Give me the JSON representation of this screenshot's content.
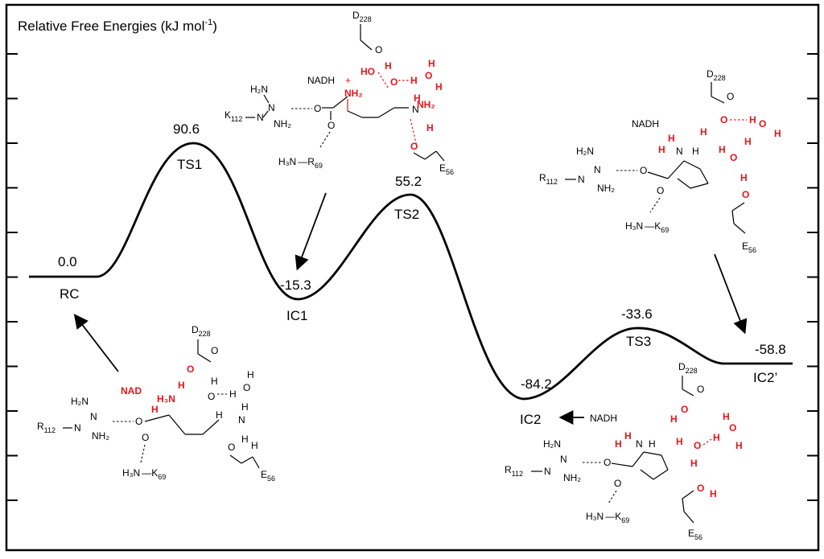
{
  "title": "Relative Free Energies (kJ mol",
  "title_sup": "-1",
  "title_close": ")",
  "states": [
    {
      "name": "RC",
      "value": "0.0"
    },
    {
      "name": "TS1",
      "value": "90.6"
    },
    {
      "name": "IC1",
      "value": "-15.3"
    },
    {
      "name": "TS2",
      "value": "55.2"
    },
    {
      "name": "IC2",
      "value": "-84.2"
    },
    {
      "name": "TS3",
      "value": "-33.6"
    },
    {
      "name": "IC2’",
      "value": "-58.8"
    }
  ],
  "labels": {
    "nadh": "NADH",
    "nad": "NAD",
    "k112": "K",
    "k112_sub": "112",
    "r112": "R",
    "r112_sub": "112",
    "r69": "R",
    "r69_sub": "69",
    "k69": "K",
    "k69_sub": "69",
    "d228": "D",
    "d228_sub": "228",
    "e56": "E",
    "e56_sub": "56",
    "h2n": "H₂N",
    "nh2": "NH₂",
    "h3n": "H₃N",
    "nh2_red": "NH₂",
    "ho": "HO",
    "o": "O",
    "h": "H",
    "n": "N",
    "plus": "+"
  },
  "colors": {
    "line": "#000000",
    "highlight": "#e8141a",
    "frame": "#000000"
  }
}
